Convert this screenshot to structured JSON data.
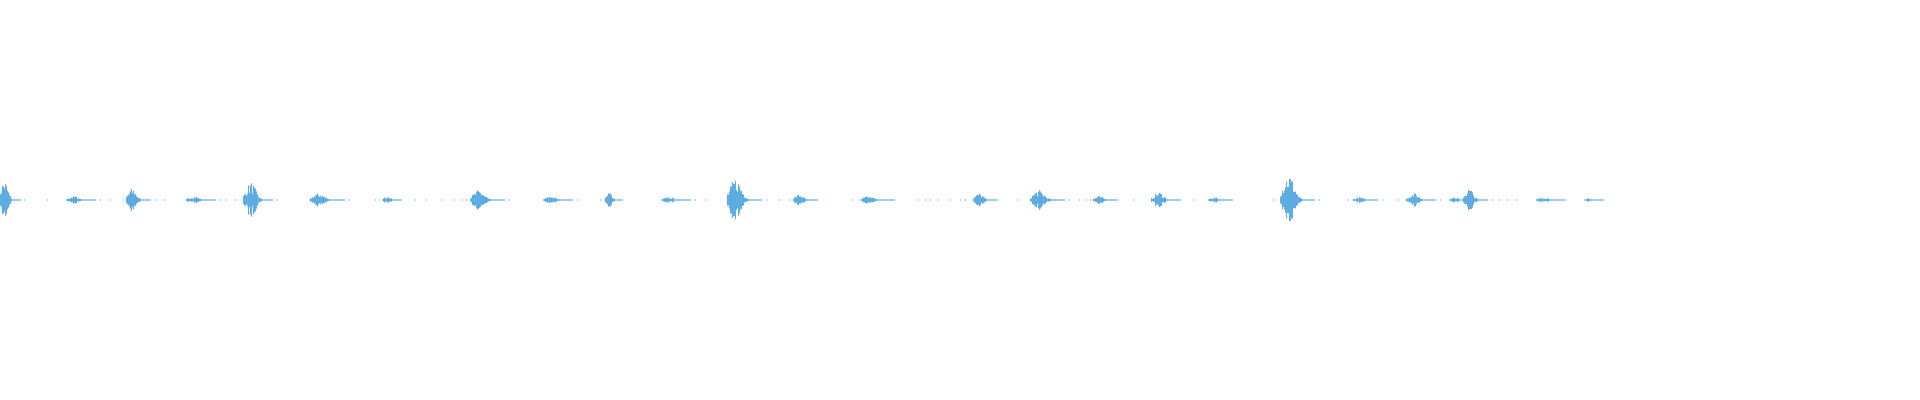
{
  "waveform": {
    "color": "#5dade2",
    "background": "#ffffff",
    "burst_peak_amplitudes": [
      0.1,
      0.02,
      0.06,
      0.02,
      0.09,
      0.035,
      0.02,
      0.05,
      0.02,
      0.04,
      0.015,
      0.11,
      0.03,
      0.02,
      0.035,
      0.05,
      0.02,
      0.04,
      0.015,
      0.13,
      0.015,
      0.035,
      0.02,
      0.06,
      0.015,
      0.01
    ]
  }
}
